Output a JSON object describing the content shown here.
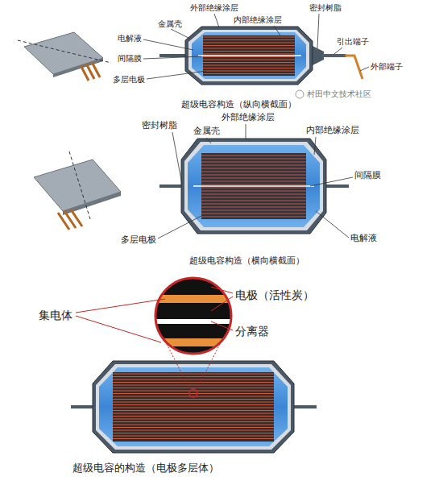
{
  "diagram": {
    "labels": [
      "外部绝缘涂层",
      "密封树脂",
      "电解液",
      "金属壳",
      "内部绝缘涂层",
      "引出端子",
      "间隔膜",
      "外部端子",
      "多层电极",
      "超级电容构造（纵向横截面）",
      "村田中文技术社区",
      "密封树脂",
      "外部绝缘涂层",
      "金属壳",
      "内部绝缘涂层",
      "间隔膜",
      "多层电极",
      "电解液",
      "超级电容构造（横向横截面）",
      "集电体",
      "电极（活性炭）",
      "分离器",
      "超级电容的构造（电极多层体）"
    ]
  }
}
